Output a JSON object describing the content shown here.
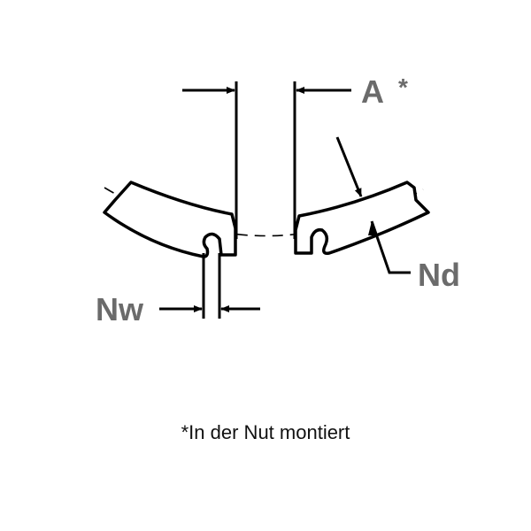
{
  "diagram": {
    "labels": {
      "a": "A",
      "a_star": "*",
      "nd": "Nd",
      "nw": "Nw"
    },
    "caption": "*In der Nut montiert",
    "colors": {
      "line": "#000000",
      "label": "#6b6b6b",
      "caption": "#111111"
    }
  }
}
